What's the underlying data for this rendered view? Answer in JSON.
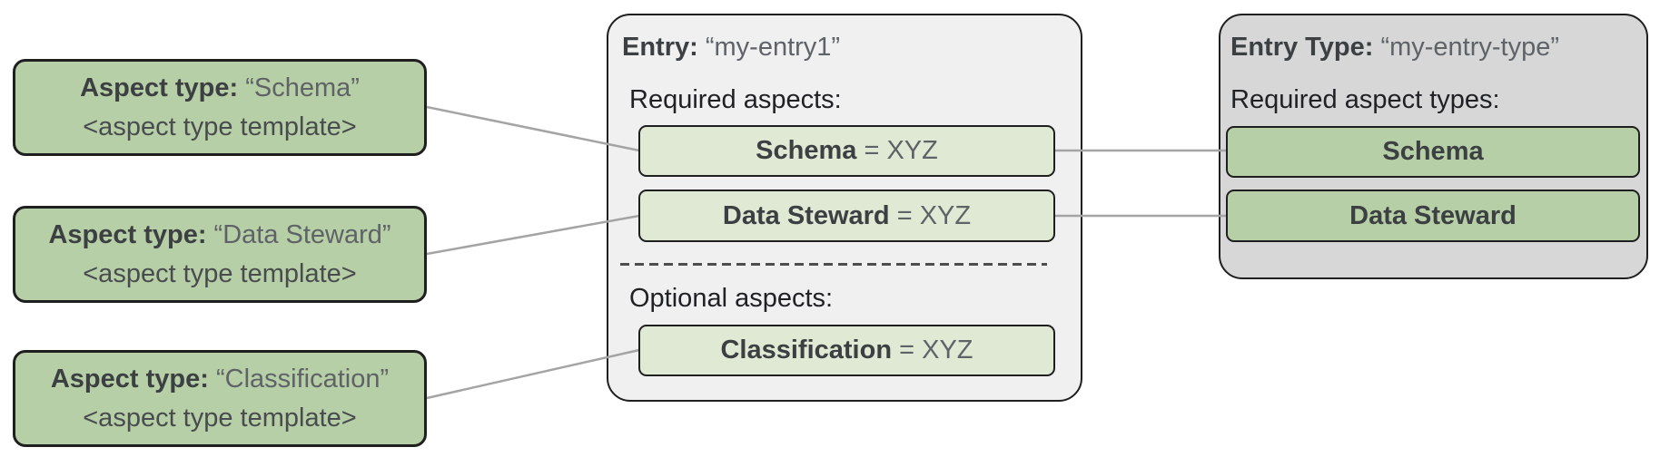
{
  "aspect_type_cards": [
    {
      "label": "Aspect type:",
      "name": "“Schema”",
      "template": "<aspect type template>"
    },
    {
      "label": "Aspect type:",
      "name": "“Data Steward”",
      "template": "<aspect type template>"
    },
    {
      "label": "Aspect type:",
      "name": "“Classification”",
      "template": "<aspect type template>"
    }
  ],
  "entry_panel": {
    "label": "Entry:",
    "name": "“my-entry1”",
    "required_heading": "Required aspects:",
    "required_aspects": [
      {
        "name": "Schema",
        "value": " = XYZ"
      },
      {
        "name": "Data Steward",
        "value": " = XYZ"
      }
    ],
    "optional_heading": "Optional aspects:",
    "optional_aspects": [
      {
        "name": "Classification",
        "value": " = XYZ"
      }
    ]
  },
  "entry_type_panel": {
    "label": "Entry Type:",
    "name": "“my-entry-type”",
    "required_heading": "Required aspect types:",
    "required_aspect_types": [
      {
        "name": "Schema"
      },
      {
        "name": "Data Steward"
      }
    ]
  },
  "colors": {
    "card_green": "#b7cfa6",
    "pill_light_green": "#dfe9d4",
    "entry_panel_gray": "#f0f0f1",
    "entry_type_panel_gray": "#d6d7d6",
    "border_dark": "#1f1f1f",
    "connector_gray": "#a4a4a4",
    "text_bold": "#3c4043",
    "text_regular": "#5f6368"
  }
}
